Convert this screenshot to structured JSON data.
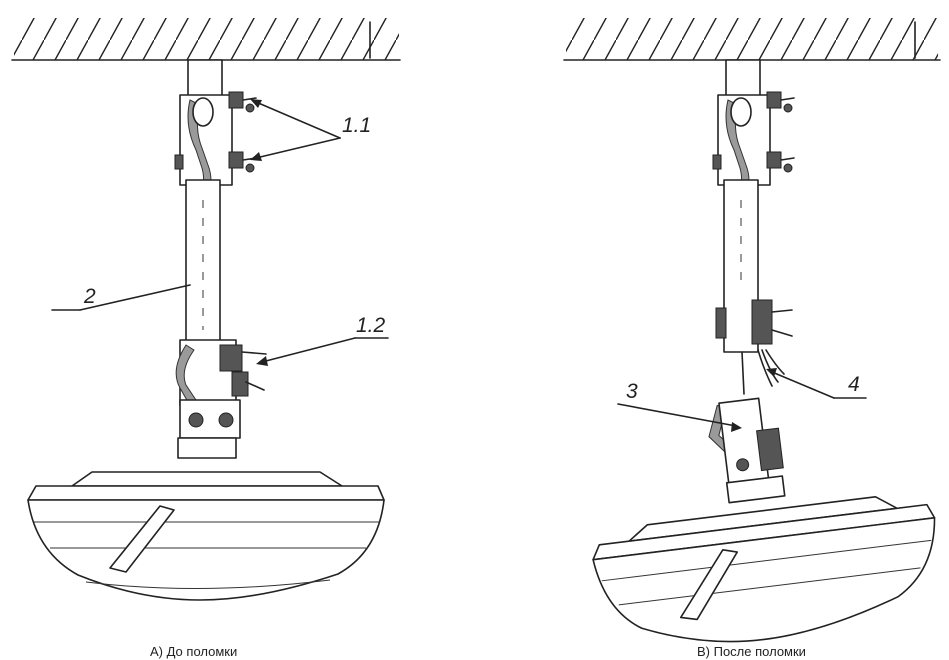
{
  "figure_a": {
    "caption": "А) До поломки",
    "labels": {
      "bolts_top": "1.1",
      "bolts_bottom": "1.2",
      "rod": "2"
    }
  },
  "figure_b": {
    "caption": "В) После поломки",
    "labels": {
      "broken_part": "3",
      "wires": "4"
    }
  }
}
